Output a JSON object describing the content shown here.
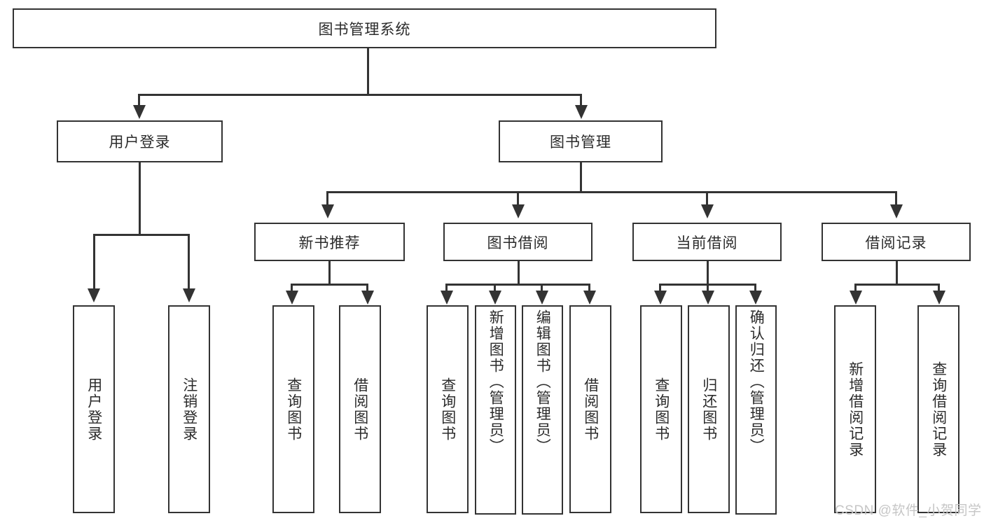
{
  "diagram": {
    "title": "图书管理系统",
    "root": {
      "label": "图书管理系统"
    },
    "level1": [
      {
        "label": "用户登录"
      },
      {
        "label": "图书管理"
      }
    ],
    "level2": [
      {
        "label": "新书推荐"
      },
      {
        "label": "图书借阅"
      },
      {
        "label": "当前借阅"
      },
      {
        "label": "借阅记录"
      }
    ],
    "leaves": {
      "user_login": [
        {
          "label": "用户登录"
        },
        {
          "label": "注销登录"
        }
      ],
      "new_book_recommend": [
        {
          "label": "查询图书"
        },
        {
          "label": "借阅图书"
        }
      ],
      "book_borrow": [
        {
          "label": "查询图书"
        },
        {
          "label": "新增图书（管理员）"
        },
        {
          "label": "编辑图书（管理员）"
        },
        {
          "label": "借阅图书"
        }
      ],
      "current_borrow": [
        {
          "label": "查询图书"
        },
        {
          "label": "归还图书"
        },
        {
          "label": "确认归还（管理员）"
        }
      ],
      "borrow_record": [
        {
          "label": "新增借阅记录"
        },
        {
          "label": "查询借阅记录"
        }
      ]
    }
  },
  "watermark": {
    "text": "CSDN @软件_小贺同学"
  },
  "colors": {
    "stroke": "#333333",
    "text": "#2b2b2b",
    "background": "#ffffff",
    "watermark": "#c6c6c6"
  }
}
